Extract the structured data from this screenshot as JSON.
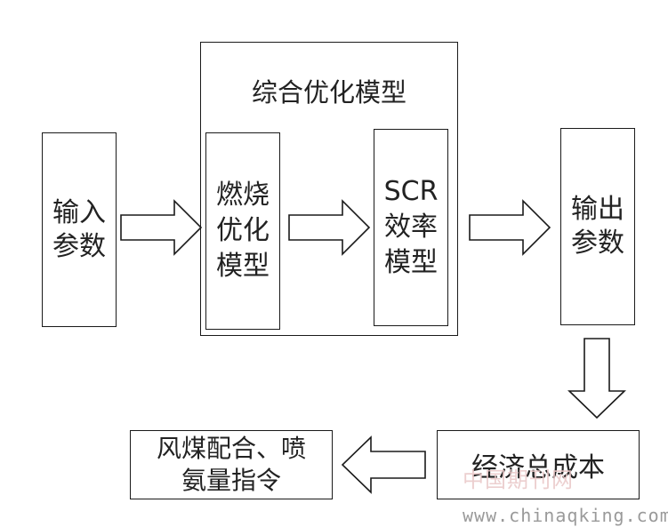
{
  "diagram": {
    "nodes": {
      "input": "输入\n参数",
      "combined": "综合优化模型",
      "combustion": "燃烧\n优化\n模型",
      "scr": "SCR\n效率\n模型",
      "output": "输出\n参数",
      "cost": "经济总成本",
      "command": "风煤配合、喷\n氨量指令"
    },
    "edges": [
      {
        "from": "input",
        "to": "combustion"
      },
      {
        "from": "combustion",
        "to": "scr"
      },
      {
        "from": "scr",
        "to": "output"
      },
      {
        "from": "output",
        "to": "cost"
      },
      {
        "from": "cost",
        "to": "command"
      }
    ]
  },
  "watermark": {
    "url": "www.chinaqking.com",
    "cn_text": "中国期刊网"
  },
  "colors": {
    "stroke": "#1a1a1a",
    "text": "#222222",
    "watermark": "#9a9a9a",
    "watermark_cn": "#e9c7c7"
  }
}
